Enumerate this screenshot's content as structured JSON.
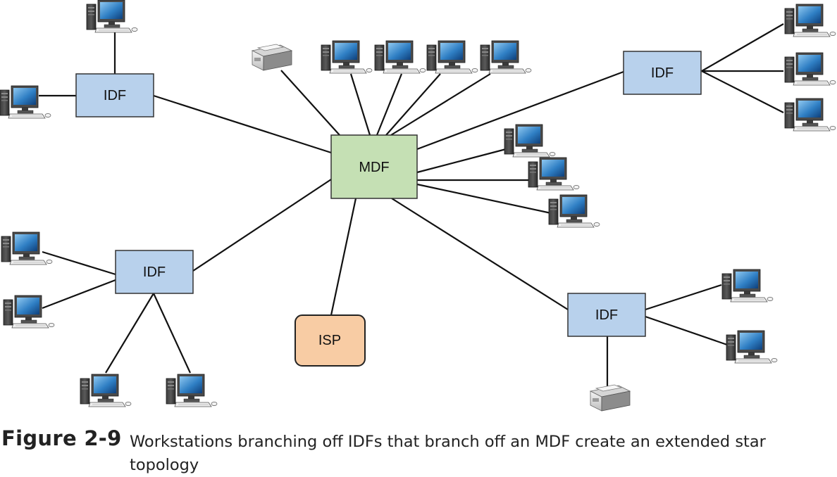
{
  "nodes": {
    "mdf": {
      "label": "MDF"
    },
    "isp": {
      "label": "ISP"
    },
    "idf_top_left": {
      "label": "IDF"
    },
    "idf_top_right": {
      "label": "IDF"
    },
    "idf_bottom_left": {
      "label": "IDF"
    },
    "idf_bottom_right": {
      "label": "IDF"
    }
  },
  "icons": {
    "workstation": "workstation-icon",
    "printer": "printer-icon"
  },
  "colors": {
    "idf_fill": "#b8d1ec",
    "mdf_fill": "#c5e0b4",
    "isp_fill": "#f8cca4",
    "line": "#111111"
  },
  "caption": {
    "figure_number": "Figure 2-9",
    "text": "Workstations branching off IDFs that branch off an MDF create an extended star topology"
  }
}
